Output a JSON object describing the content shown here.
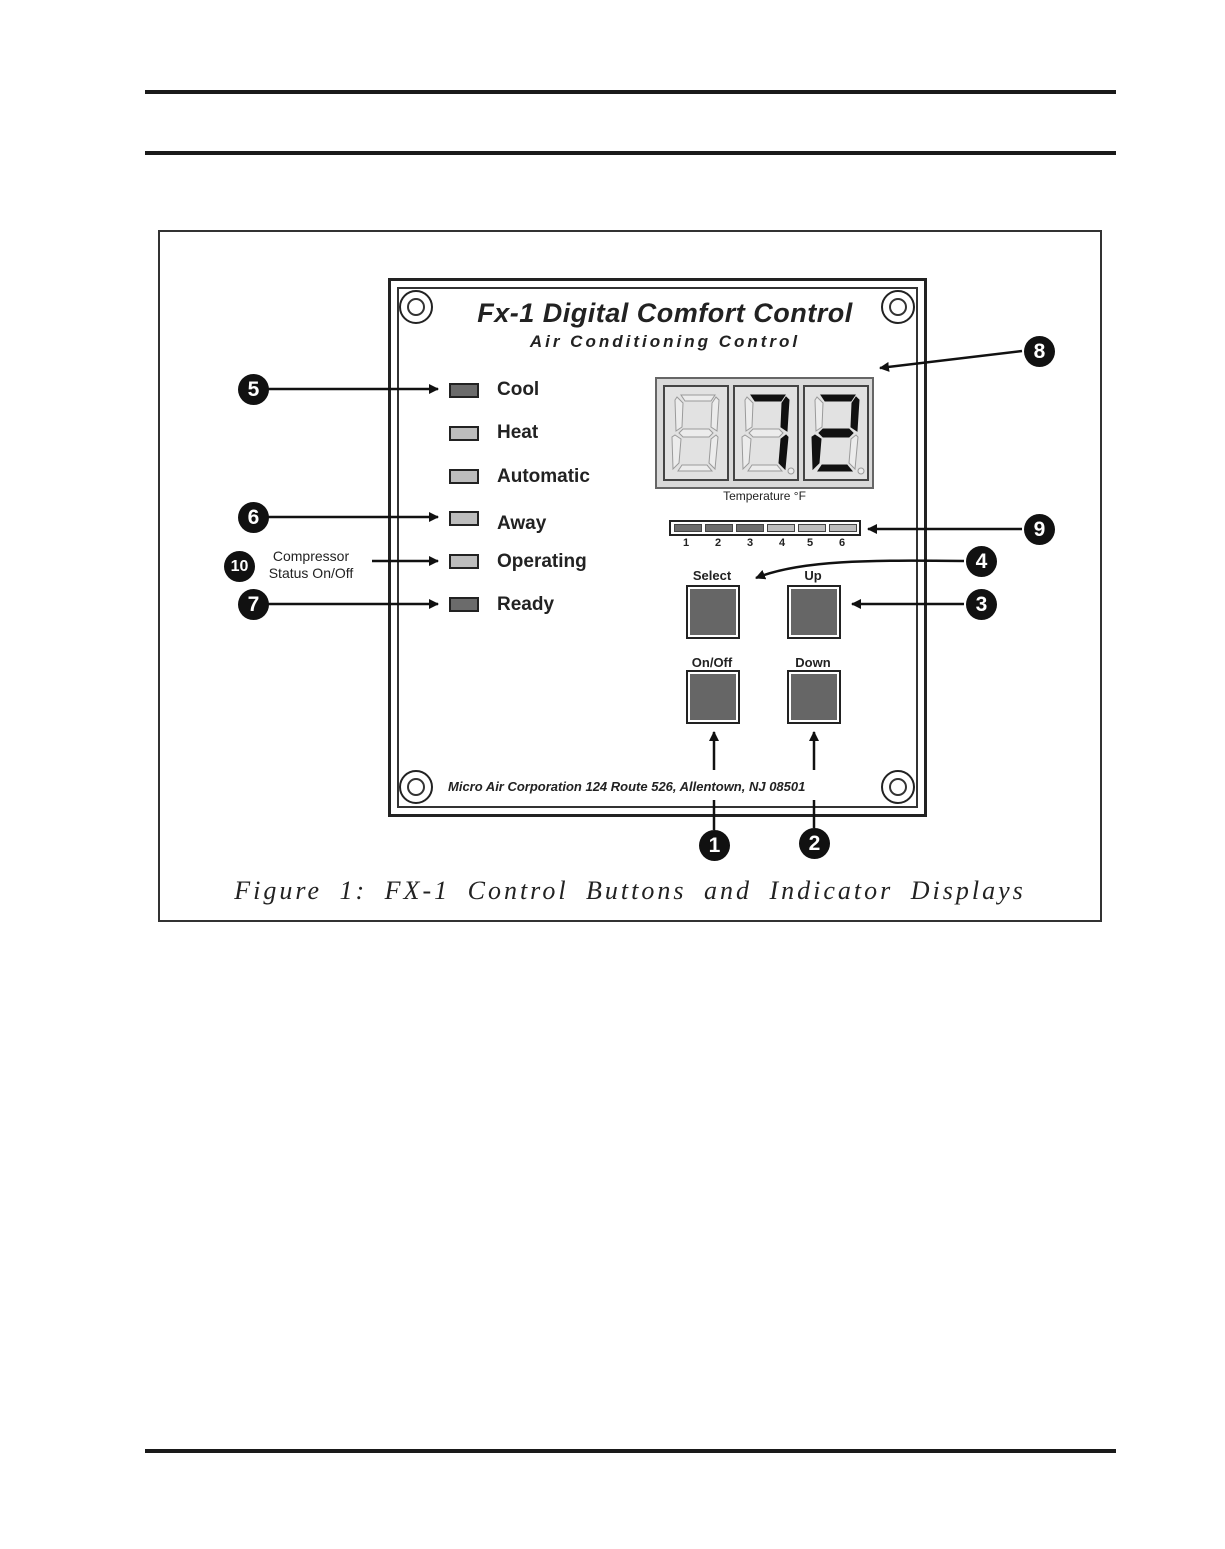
{
  "figure": {
    "caption": "Figure 1: FX-1 Control Buttons and Indicator Displays"
  },
  "panel": {
    "title": "Fx-1 Digital Comfort Control",
    "subtitle": "Air Conditioning Control",
    "address": "Micro Air Corporation  124 Route 526, Allentown, NJ  08501",
    "indicators": [
      {
        "label": "Cool",
        "state": "lit"
      },
      {
        "label": "Heat",
        "state": "unlit"
      },
      {
        "label": "Automatic",
        "state": "unlit"
      },
      {
        "label": "Away",
        "state": "unlit"
      },
      {
        "label": "Operating",
        "state": "unlit"
      },
      {
        "label": "Ready",
        "state": "lit"
      }
    ],
    "display": {
      "value": "72",
      "label": "Temperature °F"
    },
    "bar_graph": {
      "numbers": [
        "1",
        "2",
        "3",
        "4",
        "5",
        "6"
      ],
      "lit_segments": 3
    },
    "buttons": {
      "select": "Select",
      "up": "Up",
      "on_off": "On/Off",
      "down": "Down"
    }
  },
  "callouts": {
    "one": "1",
    "two": "2",
    "three": "3",
    "four": "4",
    "five": "5",
    "six": "6",
    "seven": "7",
    "eight": "8",
    "nine": "9",
    "ten": "10",
    "ten_text_line1": "Compressor",
    "ten_text_line2": "Status On/Off"
  },
  "colors": {
    "led_lit": "#6b6b6b",
    "led_unlit": "#bdbdbd",
    "segment_on": "#111111",
    "segment_off": "#9a9a9a"
  }
}
